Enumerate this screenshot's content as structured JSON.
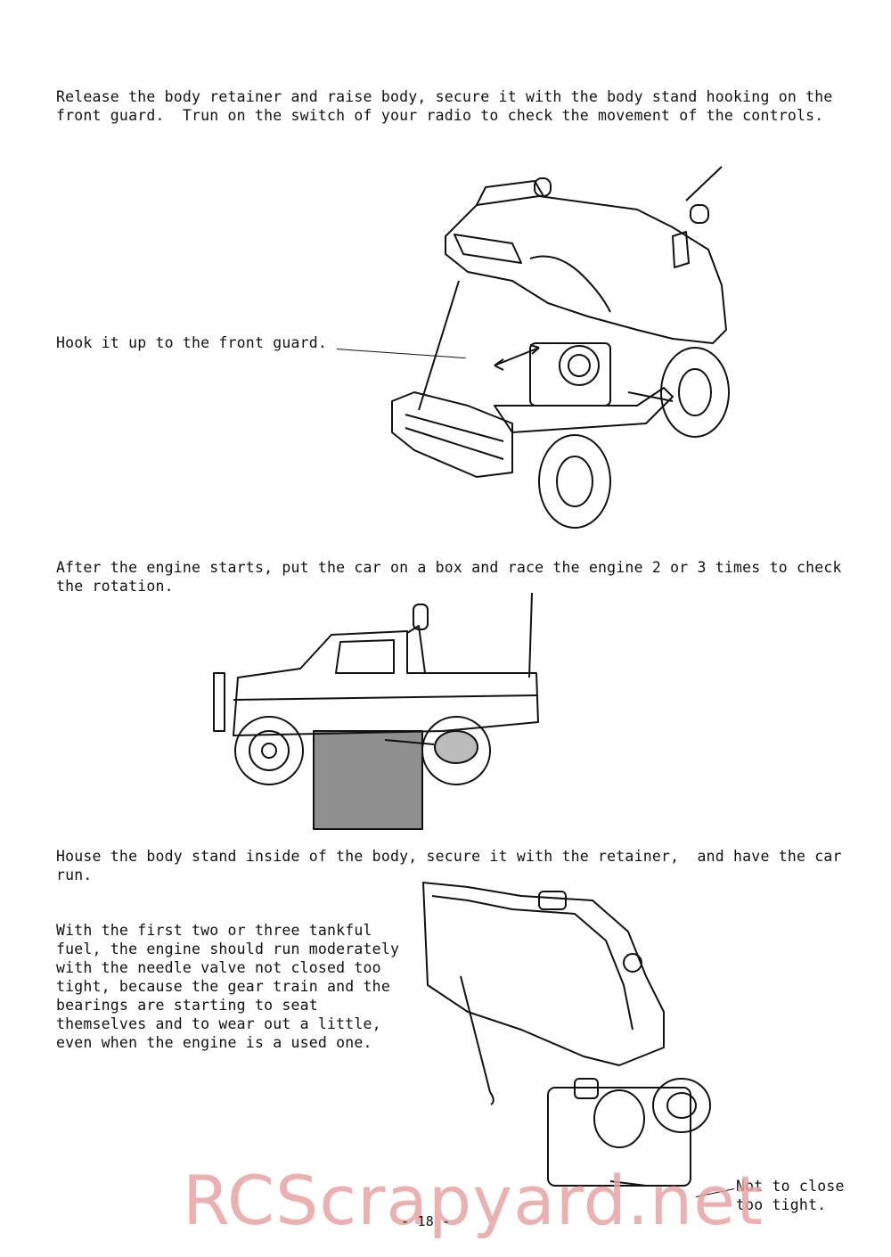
{
  "instructions": {
    "release_body": "Release the body retainer and raise body, secure it with the body stand hooking on the\nfront guard.  Trun on the switch of your radio to check the movement of the controls.",
    "hook_label": "Hook it up to the front guard.",
    "engine_starts": "After the engine starts, put the car on a box and race the engine 2 or 3 times to check\nthe rotation.",
    "house_stand": "House the body stand inside of the body, secure it with the retainer,  and have the car\nrun.",
    "break_in": "With the first two or three tankful\nfuel, the engine should run moderately\nwith the needle valve not closed too\ntight, because the gear train and the\nbearings are starting to seat\nthemselves and to wear out a little,\neven when the engine is a used one.",
    "not_close_label": "Not to close\ntoo tight."
  },
  "footer": {
    "page_number": "- 18 -"
  },
  "watermark": {
    "text": "RCScrapyard.net",
    "color": "#e8a3a3"
  }
}
